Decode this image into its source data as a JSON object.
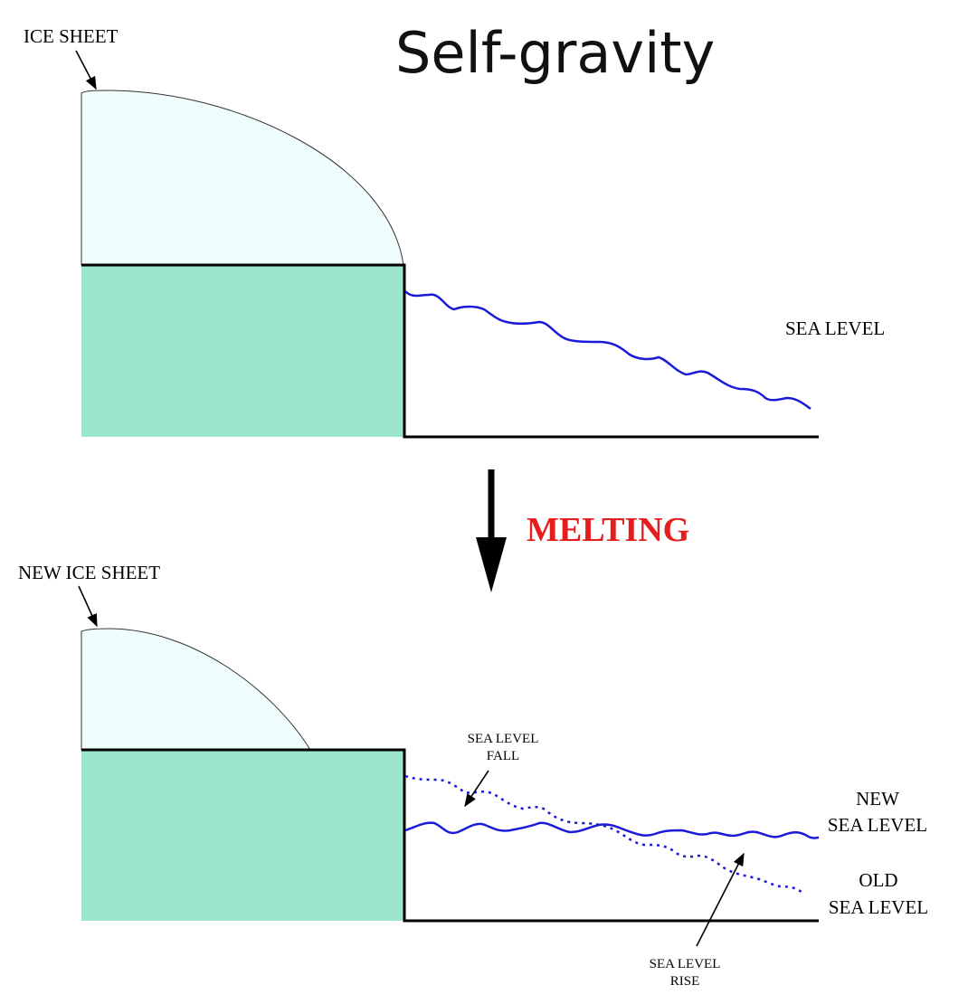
{
  "diagram": {
    "title": "Self-gravity",
    "top_panel": {
      "ice_label": "ICE SHEET",
      "sea_label": "SEA LEVEL"
    },
    "transition": {
      "label": "MELTING"
    },
    "bottom_panel": {
      "ice_label": "NEW ICE SHEET",
      "fall_label_line1": "SEA LEVEL",
      "fall_label_line2": "FALL",
      "new_sea_line1": "NEW",
      "new_sea_line2": "SEA LEVEL",
      "old_sea_line1": "OLD",
      "old_sea_line2": "SEA LEVEL",
      "rise_label_line1": "SEA LEVEL",
      "rise_label_line2": "RISE"
    },
    "colors": {
      "ice": "#effdfd",
      "bedrock": "#9be6cc",
      "sea_line": "#1a1ad8",
      "melting": "#e41e1e",
      "outline": "#000000"
    }
  }
}
